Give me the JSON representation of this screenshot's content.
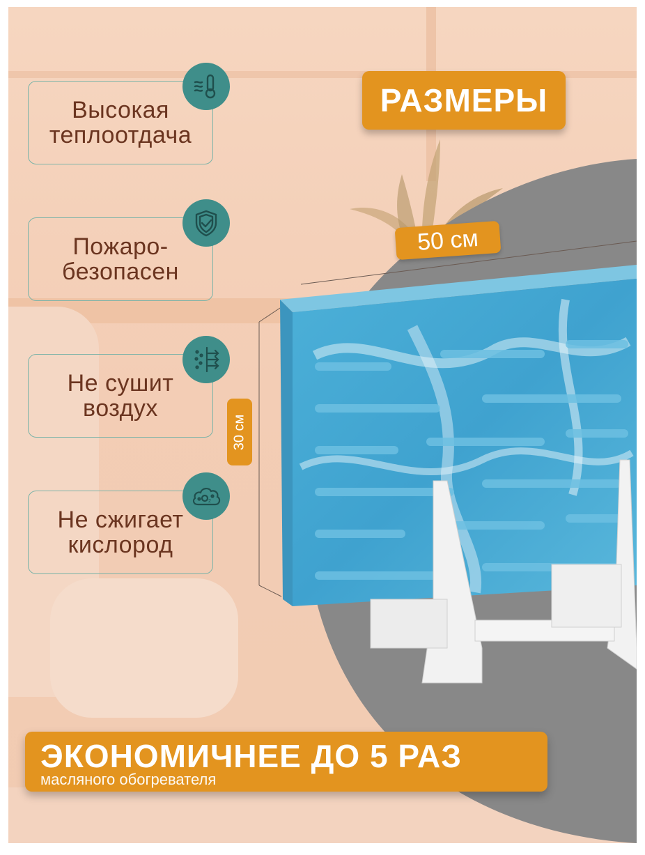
{
  "title": "РАЗМЕРЫ",
  "features": [
    {
      "line1": "Высокая",
      "line2": "теплоотдача",
      "icon": "thermometer-icon"
    },
    {
      "line1": "Пожаро-",
      "line2": "безопасен",
      "icon": "shield-check-icon"
    },
    {
      "line1": "Не сушит",
      "line2": "воздух",
      "icon": "air-flow-icon"
    },
    {
      "line1": "Не сжигает",
      "line2": "кислород",
      "icon": "oxygen-cloud-icon"
    }
  ],
  "dimensions": {
    "width": "50 см",
    "height": "30 см"
  },
  "banner": {
    "main": "ЭКОНОМИЧНЕЕ ДО 5 РАЗ",
    "sub": "масляного обогревателя"
  },
  "colors": {
    "accent": "#e3941f",
    "teal": "#3f8e8a",
    "text": "#6b3520",
    "panel": "#4aaad0",
    "backdrop": "#8a8a8a"
  }
}
